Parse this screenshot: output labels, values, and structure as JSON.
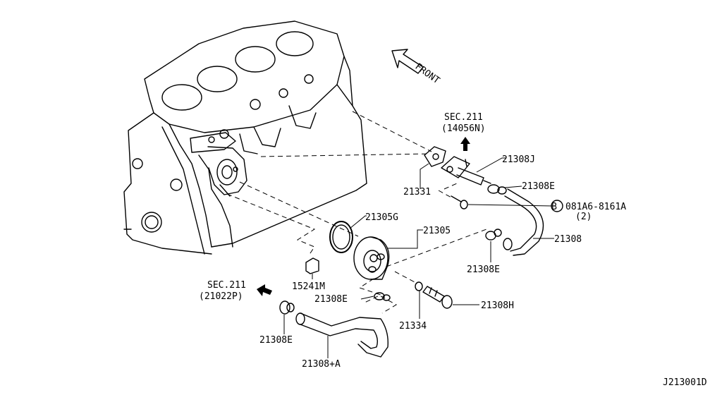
{
  "diagram": {
    "front_label": "FRONT",
    "sec_top": {
      "line1": "SEC.211",
      "line2": "(14056N)"
    },
    "sec_left": {
      "line1": "SEC.211",
      "line2": "(21022P)"
    },
    "bolt_callout": {
      "circled_letter": "B",
      "part": "081A6-8161A",
      "qty": "(2)"
    },
    "parts": [
      {
        "id": "p21308J",
        "number": "21308J"
      },
      {
        "id": "p21308E_a",
        "number": "21308E"
      },
      {
        "id": "p21331",
        "number": "21331"
      },
      {
        "id": "p21305G",
        "number": "21305G"
      },
      {
        "id": "p21305",
        "number": "21305"
      },
      {
        "id": "p21308",
        "number": "21308"
      },
      {
        "id": "p21308E_b",
        "number": "21308E"
      },
      {
        "id": "p15241M",
        "number": "15241M"
      },
      {
        "id": "p21308E_c",
        "number": "21308E"
      },
      {
        "id": "p21308H",
        "number": "21308H"
      },
      {
        "id": "p21334",
        "number": "21334"
      },
      {
        "id": "p21308E_d",
        "number": "21308E"
      },
      {
        "id": "p21308A",
        "number": "21308+A"
      }
    ],
    "drawing_code": "J213001D"
  }
}
